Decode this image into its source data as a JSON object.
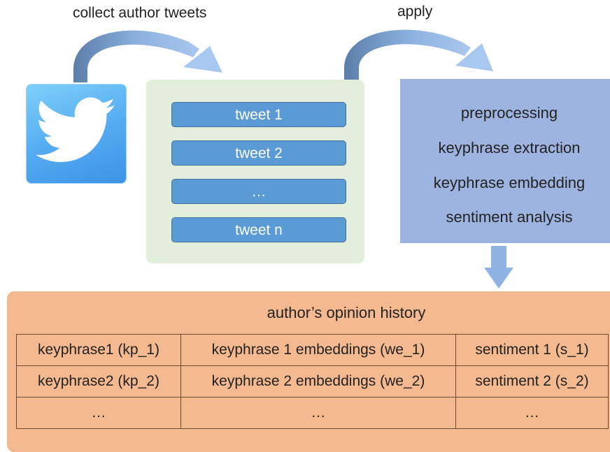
{
  "labels": {
    "collect": "collect author tweets",
    "apply": "apply"
  },
  "icons": {
    "source": "twitter-bird-icon",
    "down_arrow": "down-arrow-icon"
  },
  "tweets": [
    "tweet 1",
    "tweet 2",
    "…",
    "tweet n"
  ],
  "processing": {
    "steps": [
      "preprocessing",
      "keyphrase extraction",
      "keyphrase embedding",
      "sentiment analysis"
    ]
  },
  "history": {
    "title": "author’s opinion history",
    "rows": [
      [
        "keyphrase1 (kp_1)",
        "keyphrase 1 embeddings (we_1)",
        "sentiment 1 (s_1)"
      ],
      [
        "keyphrase2 (kp_2)",
        "keyphrase 2 embeddings (we_2)",
        "sentiment 2 (s_2)"
      ],
      [
        "…",
        "…",
        "…"
      ]
    ]
  },
  "colors": {
    "tweet_box": "#5b9bd5",
    "tweets_panel": "#e2efda",
    "process_panel": "#9db3e0",
    "history_panel": "#f5b98f",
    "arrow": "#8fb4e3"
  }
}
